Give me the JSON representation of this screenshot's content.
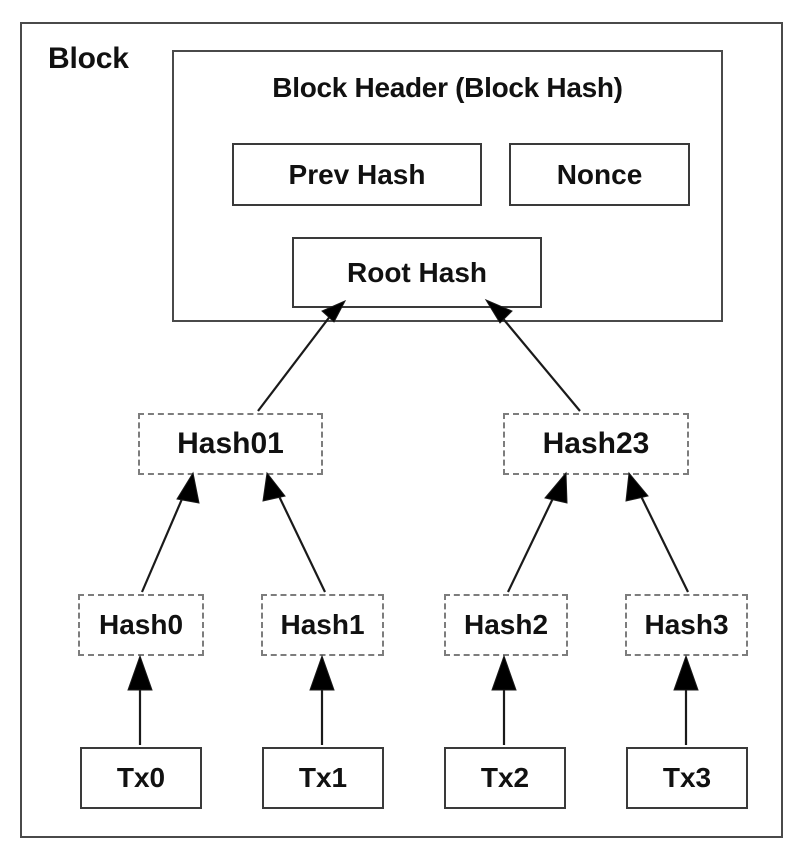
{
  "diagram": {
    "title": "Block",
    "block_label": "Block",
    "header": {
      "title": "Block Header (Block Hash)",
      "fields": [
        {
          "id": "prev-hash",
          "label": "Prev Hash"
        },
        {
          "id": "nonce",
          "label": "Nonce"
        },
        {
          "id": "root-hash",
          "label": "Root Hash"
        }
      ]
    },
    "merkle": {
      "inner_nodes": [
        {
          "id": "hash01",
          "label": "Hash01"
        },
        {
          "id": "hash23",
          "label": "Hash23"
        }
      ],
      "leaf_hashes": [
        {
          "id": "hash0",
          "label": "Hash0"
        },
        {
          "id": "hash1",
          "label": "Hash1"
        },
        {
          "id": "hash2",
          "label": "Hash2"
        },
        {
          "id": "hash3",
          "label": "Hash3"
        }
      ],
      "transactions": [
        {
          "id": "tx0",
          "label": "Tx0"
        },
        {
          "id": "tx1",
          "label": "Tx1"
        },
        {
          "id": "tx2",
          "label": "Tx2"
        },
        {
          "id": "tx3",
          "label": "Tx3"
        }
      ]
    },
    "edges": [
      {
        "from": "hash01",
        "to": "root-hash"
      },
      {
        "from": "hash23",
        "to": "root-hash"
      },
      {
        "from": "hash0",
        "to": "hash01"
      },
      {
        "from": "hash1",
        "to": "hash01"
      },
      {
        "from": "hash2",
        "to": "hash23"
      },
      {
        "from": "hash3",
        "to": "hash23"
      },
      {
        "from": "tx0",
        "to": "hash0"
      },
      {
        "from": "tx1",
        "to": "hash1"
      },
      {
        "from": "tx2",
        "to": "hash2"
      },
      {
        "from": "tx3",
        "to": "hash3"
      }
    ],
    "colors": {
      "background": "#ffffff",
      "solid_border": "#3a3a3a",
      "dashed_border": "#7d7d7d",
      "text": "#111111",
      "arrow": "#1a1a1a"
    }
  }
}
